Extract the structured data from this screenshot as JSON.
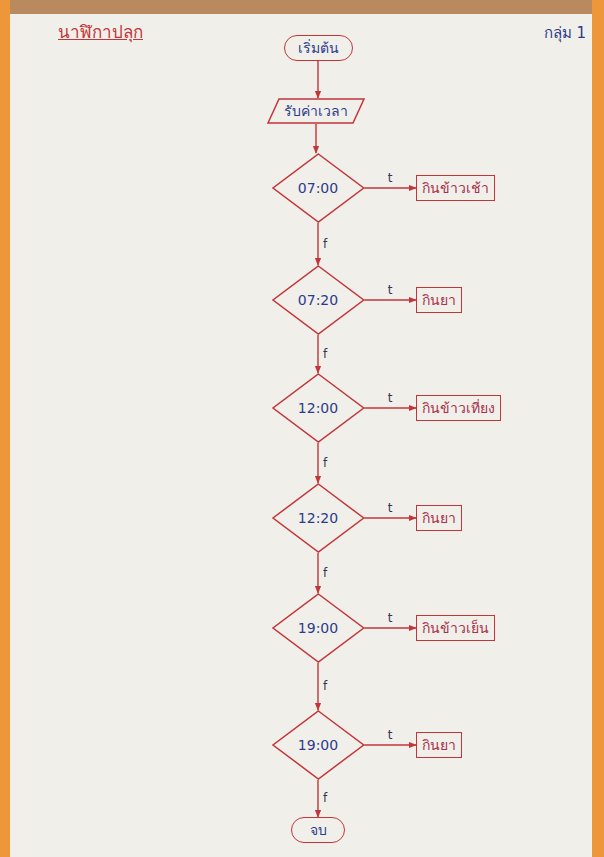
{
  "diagram": {
    "title": "นาฬิกาปลุก",
    "nodes": [
      {
        "text": [
          "เริ่มต้น"
        ]
      },
      {
        "text": [
          "รับค่าเวลา"
        ]
      },
      {
        "text": [
          "07:00"
        ]
      },
      {
        "text": [
          "กินข้าวเช้า"
        ]
      },
      {
        "text": [
          "07:20"
        ]
      },
      {
        "text": [
          "กินยา"
        ]
      },
      {
        "text": [
          "12:00"
        ]
      },
      {
        "text": [
          "กินข้าวเที่ยง"
        ]
      },
      {
        "text": [
          "12:20"
        ]
      },
      {
        "text": [
          "กินยา"
        ]
      },
      {
        "text": [
          "19:00"
        ]
      },
      {
        "text": [
          "กินข้าวเย็น"
        ]
      },
      {
        "text": [
          "19:00"
        ]
      },
      {
        "text": [
          "กินยา"
        ]
      },
      {
        "text": [
          "จบ"
        ]
      }
    ],
    "edges": [
      {
        "from": 0,
        "to": 1,
        "arrow": "to"
      },
      {
        "from": 1,
        "to": 2,
        "arrow": "to"
      },
      {
        "from": 2,
        "to": 3,
        "label": "t",
        "arrow": "to"
      },
      {
        "from": 2,
        "to": 4,
        "label": "f",
        "arrow": "to"
      },
      {
        "from": 4,
        "to": 5,
        "label": "t",
        "arrow": "to"
      },
      {
        "from": 4,
        "to": 6,
        "label": "f",
        "arrow": "to"
      },
      {
        "from": 6,
        "to": 7,
        "label": "t",
        "arrow": "to"
      },
      {
        "from": 6,
        "to": 8,
        "label": "f",
        "arrow": "to"
      },
      {
        "from": 8,
        "to": 9,
        "label": "t",
        "arrow": "to"
      },
      {
        "from": 8,
        "to": 10,
        "label": "f",
        "arrow": "to"
      },
      {
        "from": 10,
        "to": 11,
        "label": "t",
        "arrow": "to"
      },
      {
        "from": 10,
        "to": 12,
        "label": "f",
        "arrow": "to"
      },
      {
        "from": 12,
        "to": 13,
        "label": "t",
        "arrow": "to"
      },
      {
        "from": 12,
        "to": 14,
        "label": "f",
        "arrow": "to"
      }
    ],
    "labels": [
      "กลุ่ม 1"
    ]
  }
}
